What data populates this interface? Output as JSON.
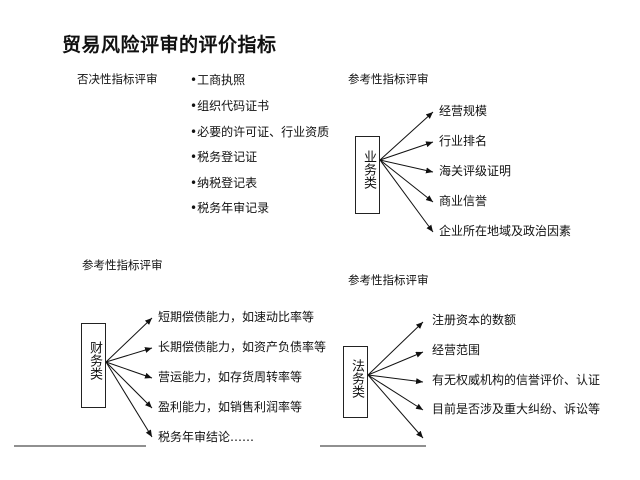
{
  "title": "贸易风险评审的评价指标",
  "veto": {
    "header": "否决性指标评审",
    "items": [
      "•工商执照",
      "•组织代码证书",
      "•必要的许可证、行业资质",
      "•税务登记证",
      "•纳税登记表",
      "•税务年审记录"
    ]
  },
  "business": {
    "header": "参考性指标评审",
    "box_label": "业务类",
    "items": [
      "经营规模",
      "行业排名",
      "海关评级证明",
      "商业信誉",
      "企业所在地域及政治因素"
    ]
  },
  "finance": {
    "header": "参考性指标评审",
    "box_label": "财务类",
    "items": [
      "短期偿债能力，如速动比率等",
      "长期偿债能力，如资产负债率等",
      "营运能力，如存货周转率等",
      "盈利能力，如销售利润率等",
      "税务年审结论……"
    ]
  },
  "legal": {
    "header": "参考性指标评审",
    "box_label": "法务类",
    "items": [
      "注册资本的数额",
      "经营范围",
      "有无权威机构的信誉评价、认证",
      "目前是否涉及重大纠纷、诉讼等"
    ]
  },
  "colors": {
    "ink": "#111111",
    "background": "#ffffff"
  }
}
